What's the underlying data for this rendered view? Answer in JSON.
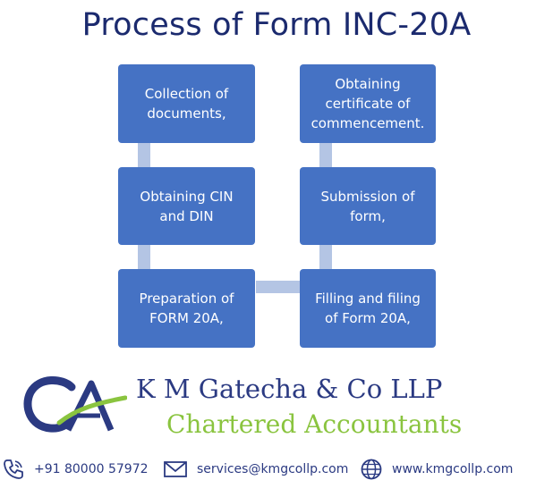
{
  "title": "Process of Form INC-20A",
  "steps": {
    "collection": "Collection of\ndocuments,",
    "cin_din": "Obtaining CIN\nand DIN",
    "preparation": "Preparation of\nFORM 20A,",
    "filling": "Filling and filing\nof Form 20A,",
    "submission": "Submission of\nform,",
    "certificate": "Obtaining\ncertificate of\ncommencement."
  },
  "footer": {
    "firm_name": "K M Gatecha & Co LLP",
    "firm_subtitle": "Chartered Accountants",
    "logo_text": "CA",
    "phone": "+91 80000 57972",
    "email": "services@kmgcollp.com",
    "website": "www.kmgcollp.com"
  },
  "colors": {
    "box": "#4572c4",
    "connector": "#b4c5e4",
    "title": "#1b2a6e",
    "firm_name": "#2b3a82",
    "firm_subtitle": "#8ac43f"
  },
  "icons": [
    "phone-icon",
    "email-icon",
    "globe-icon"
  ]
}
